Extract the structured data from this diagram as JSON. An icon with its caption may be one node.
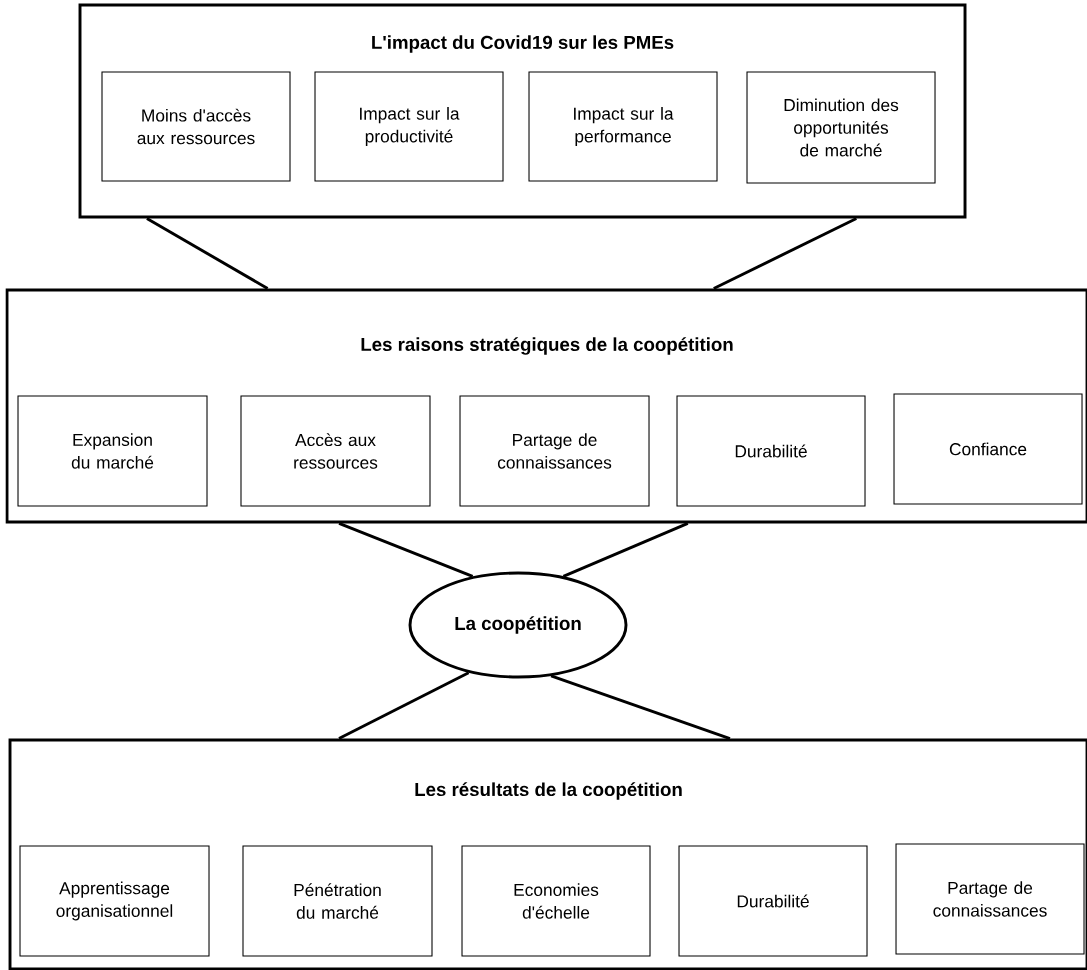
{
  "diagram": {
    "nodes": [
      {
        "text": [
          "L'impact du Covid19 sur les PMEs"
        ]
      },
      {
        "text": [
          "Moins d'accès aux ressources"
        ],
        "in": 0
      },
      {
        "text": [
          "Impact sur la productivité"
        ],
        "in": 0
      },
      {
        "text": [
          "Impact sur la performance"
        ],
        "in": 0
      },
      {
        "text": [
          "Diminution des opportunités de marché"
        ],
        "in": 0
      },
      {
        "text": [
          "Les raisons stratégiques de la coopétition"
        ]
      },
      {
        "text": [
          "Expansion du marché"
        ],
        "in": 5
      },
      {
        "text": [
          "Accès aux ressources"
        ],
        "in": 5
      },
      {
        "text": [
          "Partage de connaissances"
        ],
        "in": 5
      },
      {
        "text": [
          "Durabilité"
        ],
        "in": 5
      },
      {
        "text": [
          "Confiance"
        ],
        "in": 5
      },
      {
        "text": [
          "La coopétition"
        ]
      },
      {
        "text": [
          "Les résultats de la coopétition"
        ]
      },
      {
        "text": [
          "Apprentissage organisationnel"
        ],
        "in": 12
      },
      {
        "text": [
          "Pénétration du marché"
        ],
        "in": 12
      },
      {
        "text": [
          "Economies d'échelle"
        ],
        "in": 12
      },
      {
        "text": [
          "Durabilité"
        ],
        "in": 12
      },
      {
        "text": [
          "Partage de connaissances"
        ],
        "in": 12
      }
    ],
    "edges": [
      {
        "from": 0,
        "to": 5,
        "arrow": "none"
      },
      {
        "from": 0,
        "to": 5,
        "arrow": "none"
      },
      {
        "from": 5,
        "to": 11,
        "arrow": "none"
      },
      {
        "from": 5,
        "to": 11,
        "arrow": "none"
      },
      {
        "from": 11,
        "to": 12,
        "arrow": "none"
      },
      {
        "from": 11,
        "to": 12,
        "arrow": "none"
      }
    ]
  }
}
